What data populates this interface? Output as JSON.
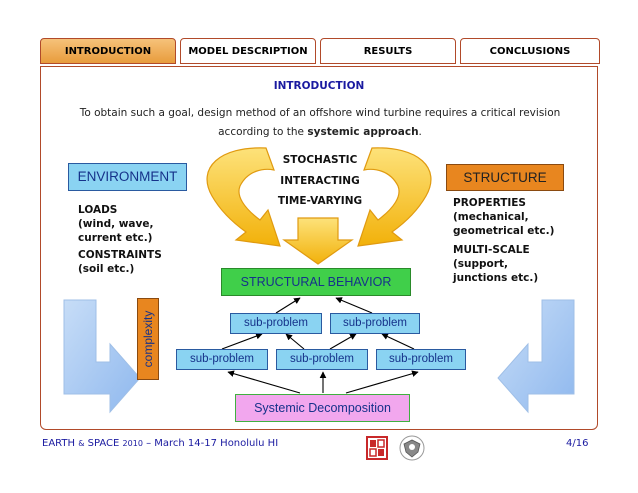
{
  "tabs": [
    {
      "label": "INTRODUCTION",
      "active": true
    },
    {
      "label": "MODEL DESCRIPTION",
      "active": false
    },
    {
      "label": "RESULTS",
      "active": false
    },
    {
      "label": "CONCLUSIONS",
      "active": false
    }
  ],
  "heading": "INTRODUCTION",
  "intro": {
    "line1": "To obtain such a goal, design method of an offshore wind turbine requires a critical revision",
    "line2_pre": "according to the ",
    "line2_bold": "systemic approach",
    "line2_post": "."
  },
  "environment": {
    "title": "ENVIRONMENT",
    "loads_1": "LOADS",
    "loads_2": "(wind, wave,",
    "loads_3": "current etc.)",
    "constraints_1": "CONSTRAINTS",
    "constraints_2": "(soil etc.)"
  },
  "center_labels": [
    "STOCHASTIC",
    "INTERACTING",
    "TIME-VARYING"
  ],
  "structure": {
    "title": "STRUCTURE",
    "properties_1": "PROPERTIES",
    "properties_2": "(mechanical,",
    "properties_3": "geometrical etc.)",
    "multiscale_1": "MULTI-SCALE",
    "multiscale_2": "(support,",
    "multiscale_3": "junctions etc.)"
  },
  "structural_behavior": "STRUCTURAL BEHAVIOR",
  "sub_problem_label": "sub-problem",
  "complexity": "complexity",
  "systemic_decomposition": "Systemic Decomposition",
  "footer": {
    "left_1": "EARTH",
    "left_amp": "&",
    "left_2": "SPACE",
    "left_year": "2010",
    "left_3": "– March 14-17 Honolulu HI",
    "page": "4/16"
  },
  "colors": {
    "accent_orange": "#e8861f",
    "box_blue": "#8ad3f2",
    "box_green": "#40cf4a",
    "box_pink": "#f2a7ee",
    "arrow_yellow": "#f7c21a",
    "text_blue": "#1a1aa0"
  }
}
